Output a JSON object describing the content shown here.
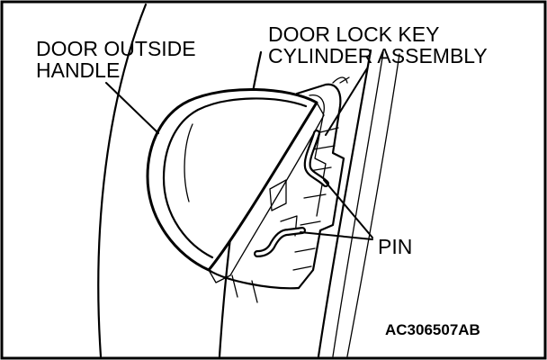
{
  "labels": {
    "outside_handle_line1": "DOOR OUTSIDE",
    "outside_handle_line2": "HANDLE",
    "key_cylinder_line1": "DOOR LOCK KEY",
    "key_cylinder_line2": "CYLINDER ASSEMBLY",
    "pin": "PIN"
  },
  "figure_code": "AC306507AB"
}
